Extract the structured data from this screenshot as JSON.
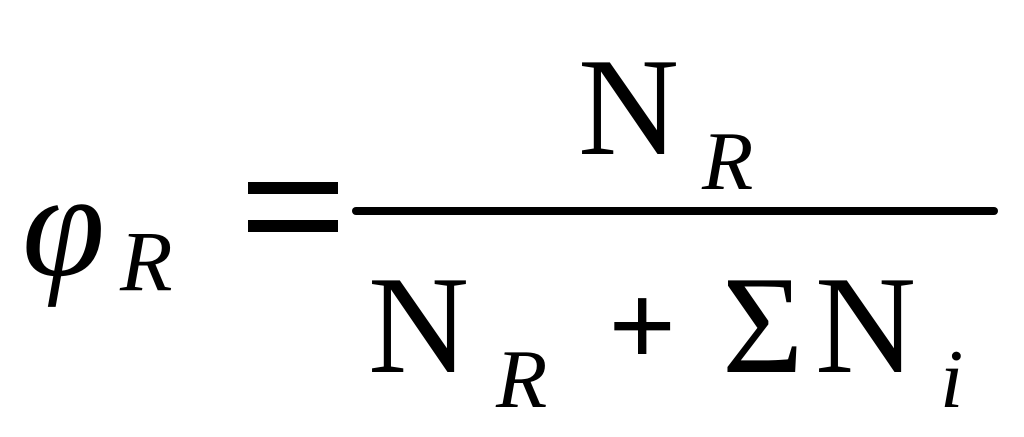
{
  "formula": {
    "lhs_symbol": "φ",
    "lhs_subscript": "R",
    "equals": "=",
    "numerator": {
      "base": "N",
      "subscript": "R"
    },
    "denominator": {
      "term1_base": "N",
      "term1_subscript": "R",
      "operator": "+",
      "sum_symbol": "Σ",
      "term2_base": "N",
      "term2_subscript": "i"
    }
  }
}
